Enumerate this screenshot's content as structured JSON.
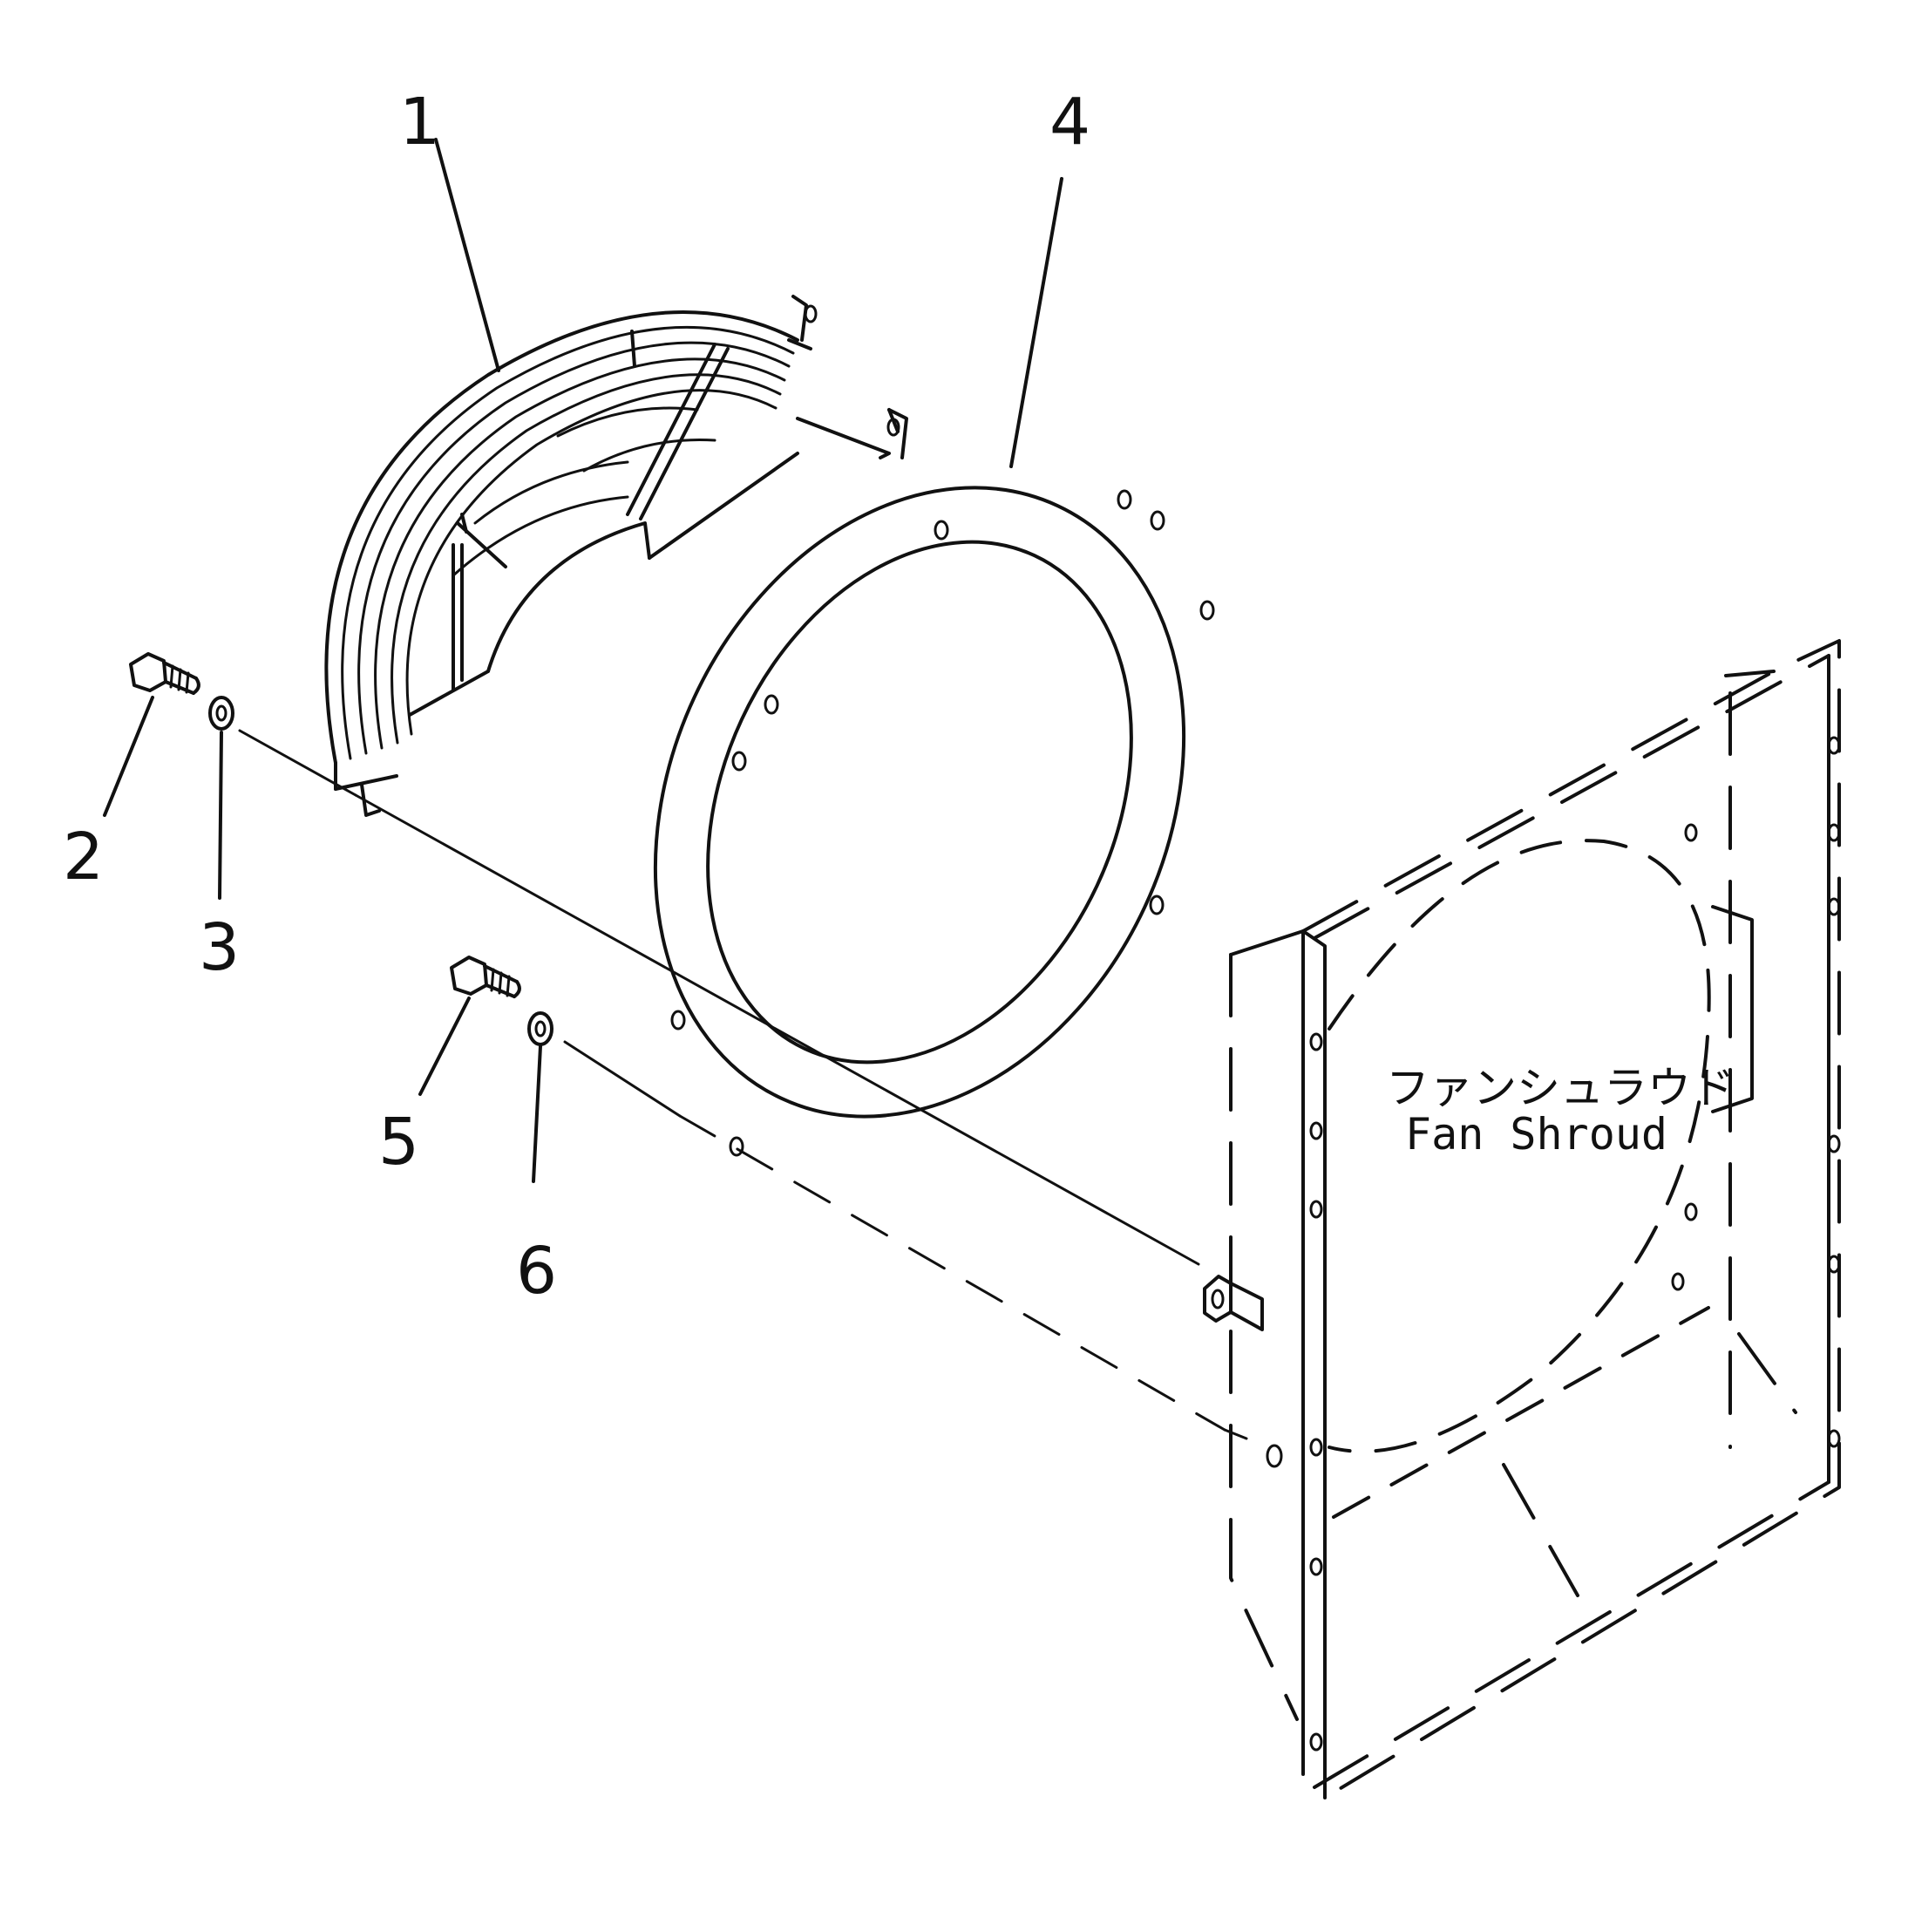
{
  "diagram": {
    "callouts": [
      {
        "id": "1",
        "label": "1"
      },
      {
        "id": "2",
        "label": "2"
      },
      {
        "id": "3",
        "label": "3"
      },
      {
        "id": "4",
        "label": "4"
      },
      {
        "id": "5",
        "label": "5"
      },
      {
        "id": "6",
        "label": "6"
      }
    ],
    "shroud_label_jp": "ファンシュラウド",
    "shroud_label_en": "Fan Shroud",
    "ink_color": "#111111",
    "background_color": "#ffffff"
  }
}
